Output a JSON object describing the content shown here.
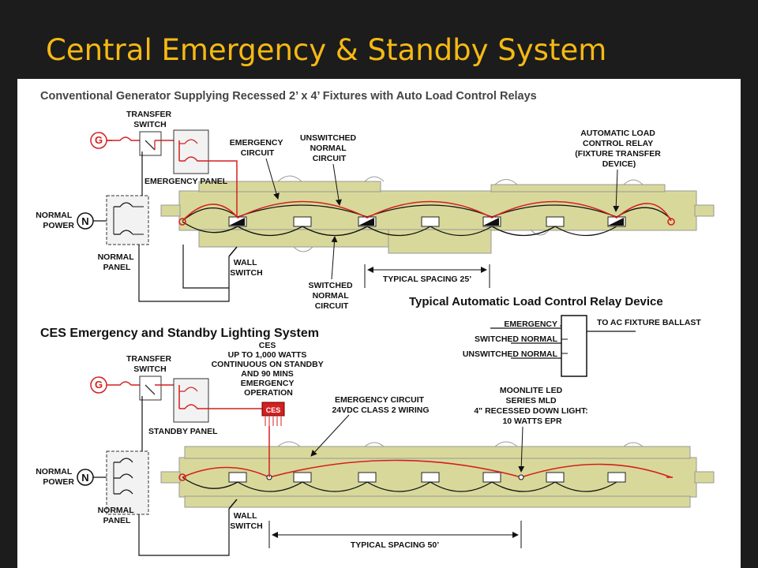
{
  "title": "Central Emergency & Standby System",
  "colors": {
    "title": "#f6b913",
    "emergency_wire": "#d42020",
    "corridor": "#d8d89a",
    "background": "#1c1c1c"
  },
  "top": {
    "heading": "Conventional Generator Supplying Recessed 2’ x 4’ Fixtures with Auto Load Control Relays",
    "generator_symbol": "G",
    "normal_symbol": "N",
    "transfer_switch": [
      "TRANSFER",
      "SWITCH"
    ],
    "emergency_panel": "EMERGENCY PANEL",
    "normal_power": [
      "NORMAL",
      "POWER"
    ],
    "normal_panel": [
      "NORMAL",
      "PANEL"
    ],
    "emergency_circuit": [
      "EMERGENCY",
      "CIRCUIT"
    ],
    "unswitched_circuit": [
      "UNSWITCHED",
      "NORMAL",
      "CIRCUIT"
    ],
    "relay_label": [
      "AUTOMATIC LOAD",
      "CONTROL RELAY",
      "(FIXTURE TRANSFER",
      "DEVICE)"
    ],
    "wall_switch": [
      "WALL",
      "SWITCH"
    ],
    "switched_circuit": [
      "SWITCHED",
      "NORMAL",
      "CIRCUIT"
    ],
    "spacing": "TYPICAL SPACING 25’"
  },
  "relay_device": {
    "heading": "Typical Automatic Load Control Relay Device",
    "inputs": [
      "EMERGENCY",
      "SWITCHED NORMAL",
      "UNSWITCHED NORMAL"
    ],
    "output": "TO AC FIXTURE BALLAST"
  },
  "bottom": {
    "heading": "CES Emergency and Standby Lighting System",
    "ces_note": [
      "CES",
      "UP TO 1,000 WATTS",
      "CONTINUOUS ON STANDBY",
      "AND 90 MINS",
      "EMERGENCY",
      "OPERATION"
    ],
    "ces_box": "CES",
    "generator_symbol": "G",
    "normal_symbol": "N",
    "transfer_switch": [
      "TRANSFER",
      "SWITCH"
    ],
    "standby_panel": "STANDBY PANEL",
    "normal_power": [
      "NORMAL",
      "POWER"
    ],
    "normal_panel": [
      "NORMAL",
      "PANEL"
    ],
    "emergency_circuit": [
      "EMERGENCY CIRCUIT",
      "24VDC CLASS 2 WIRING"
    ],
    "moonlite": [
      "MOONLITE LED",
      "SERIES MLD",
      "4\" RECESSED DOWN LIGHT:",
      "10 WATTS EPR"
    ],
    "wall_switch": [
      "WALL",
      "SWITCH"
    ],
    "spacing": "TYPICAL SPACING 50’"
  }
}
